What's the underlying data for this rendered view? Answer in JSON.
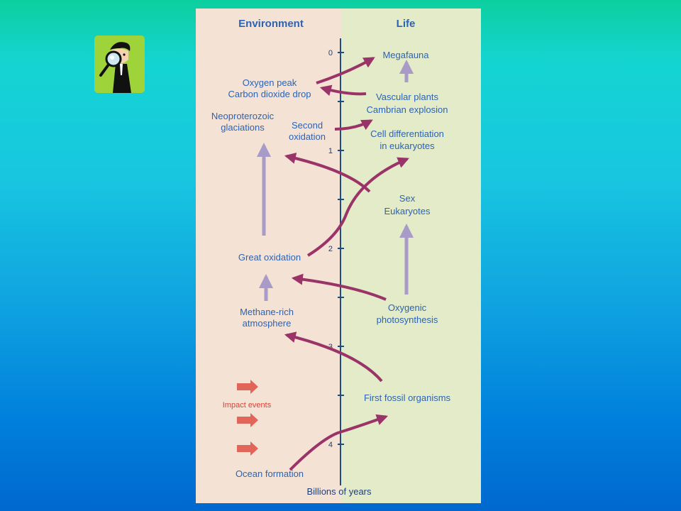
{
  "icon": {
    "name": "detective-magnifier-icon"
  },
  "headers": {
    "environment": "Environment",
    "life": "Life"
  },
  "axis": {
    "title": "Billions of years",
    "ticks": [
      "0",
      "1",
      "2",
      "3",
      "4"
    ]
  },
  "environment_events": [
    {
      "id": "oxygen-peak",
      "lines": [
        "Oxygen peak",
        "Carbon dioxide drop"
      ]
    },
    {
      "id": "neoproterozoic-glaciations",
      "lines": [
        "Neoproterozoic",
        "glaciations"
      ]
    },
    {
      "id": "second-oxidation",
      "lines": [
        "Second",
        "oxidation"
      ]
    },
    {
      "id": "great-oxidation",
      "lines": [
        "Great oxidation"
      ]
    },
    {
      "id": "methane-rich-atmosphere",
      "lines": [
        "Methane-rich",
        "atmosphere"
      ]
    },
    {
      "id": "ocean-formation",
      "lines": [
        "Ocean formation"
      ]
    }
  ],
  "impact_events": {
    "label": "Impact events"
  },
  "life_events": [
    {
      "id": "megafauna",
      "lines": [
        "Megafauna"
      ]
    },
    {
      "id": "vascular-plants",
      "lines": [
        "Vascular plants",
        "Cambrian explosion"
      ]
    },
    {
      "id": "cell-differentiation",
      "lines": [
        "Cell differentiation",
        "in eukaryotes"
      ]
    },
    {
      "id": "sex-eukaryotes",
      "lines": [
        "Sex",
        "Eukaryotes"
      ]
    },
    {
      "id": "oxygenic-photosynthesis",
      "lines": [
        "Oxygenic",
        "photosynthesis"
      ]
    },
    {
      "id": "first-fossil-organisms",
      "lines": [
        "First fossil organisms"
      ]
    }
  ],
  "colors": {
    "environment_bg": "#f4e2d4",
    "life_bg": "#e3ebc8",
    "label_blue": "#2c63b4",
    "axis": "#1f4d80",
    "arrow_magenta": "#9a3468",
    "arrow_lavender": "#a99bc7",
    "impact_red": "#e0584d"
  }
}
